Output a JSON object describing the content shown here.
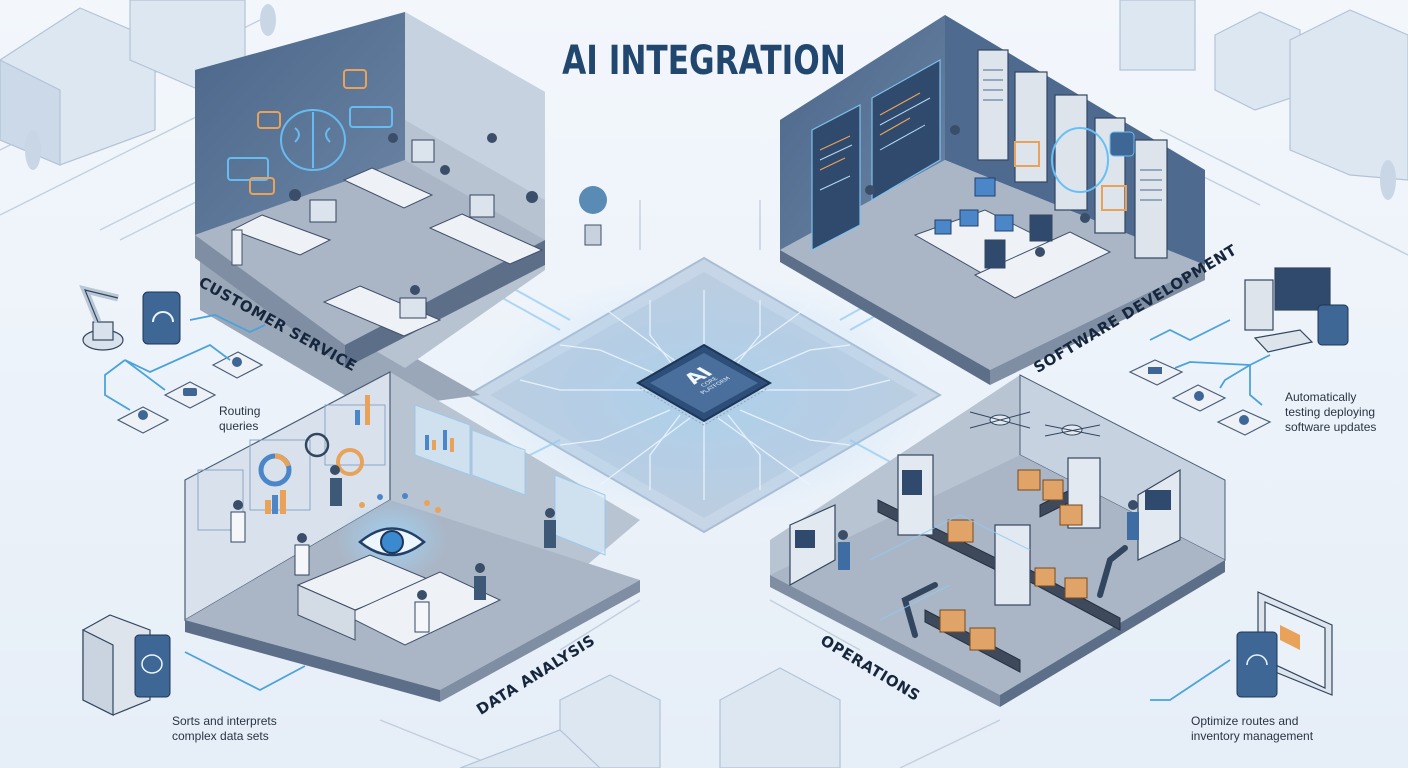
{
  "title": "AI INTEGRATION",
  "colors": {
    "background": "#eef3f9",
    "title": "#22476e",
    "room_wall": "#5a7394",
    "room_floor": "#a9b4c3",
    "accent_glow": "#5fb2ea",
    "accent_orange": "#e9a25a",
    "chip": "#3a5f8c",
    "buildings": "#d6e2f0"
  },
  "center": {
    "name": "AI Core Platform",
    "chip_label": "AI",
    "chip_sublabel_1": "CORE",
    "chip_sublabel_2": "PLATFORM"
  },
  "quadrants": [
    {
      "id": "customer-service",
      "label": "CUSTOMER SERVICE",
      "position": "top-left"
    },
    {
      "id": "software-development",
      "label": "SOFTWARE DEVELOPMENT",
      "position": "top-right"
    },
    {
      "id": "data-analysis",
      "label": "DATA ANALYSIS",
      "position": "bottom-left"
    },
    {
      "id": "operations",
      "label": "OPERATIONS",
      "position": "bottom-right"
    }
  ],
  "callouts": {
    "customer_service": {
      "text_line1": "Routing",
      "text_line2": "queries",
      "icons": [
        "robot-arm-icon",
        "headset-icon",
        "chat-icon",
        "user-icon"
      ]
    },
    "software_development": {
      "text_line1": "Automatically",
      "text_line2": "testing deploying",
      "text_line3": "software updates",
      "icons": [
        "computer-icon",
        "chip-icon",
        "window-icon",
        "gear-icon"
      ]
    },
    "data_analysis": {
      "text_line1": "Sorts and interprets",
      "text_line2": "complex data sets",
      "icons": [
        "server-icon",
        "brain-icon"
      ]
    },
    "operations": {
      "text_line1": "Optimize routes and",
      "text_line2": "inventory management",
      "icons": [
        "monitor-icon",
        "gauge-icon"
      ]
    }
  }
}
